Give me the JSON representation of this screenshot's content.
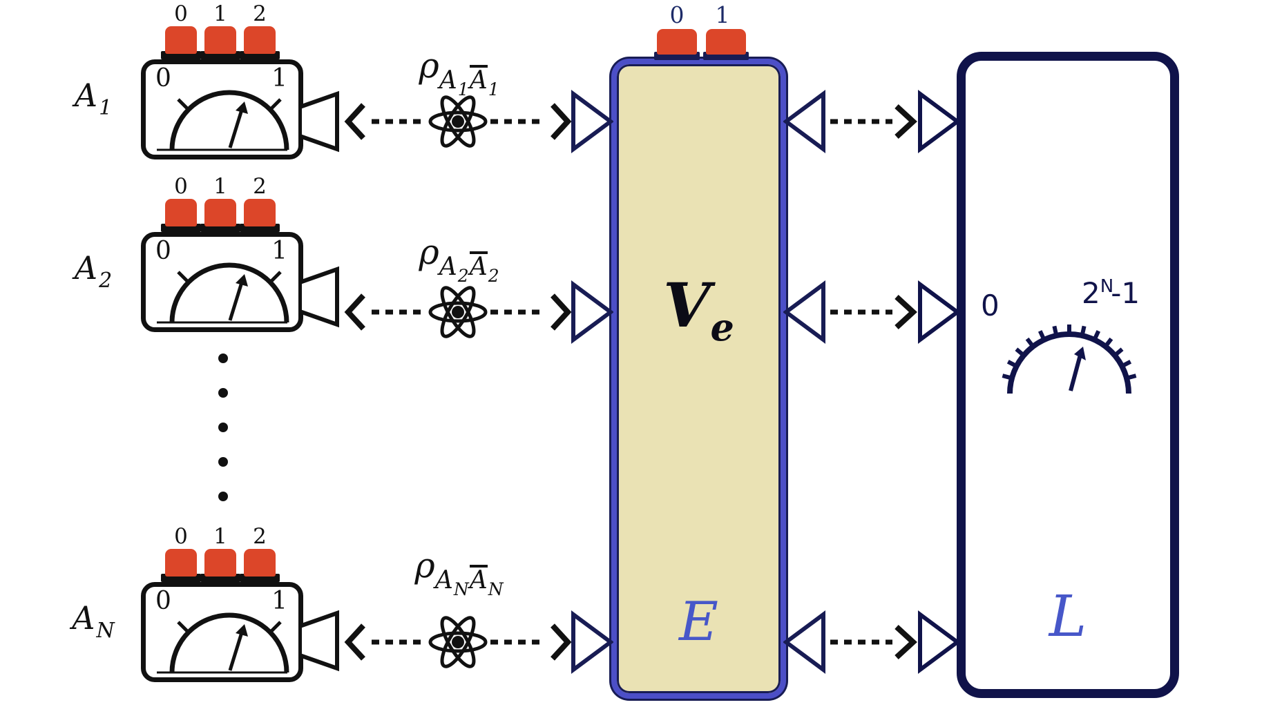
{
  "parties": [
    {
      "label_base": "A",
      "label_sub": "1",
      "key_labels": [
        "0",
        "1",
        "2"
      ],
      "meter_min": "0",
      "meter_max": "1"
    },
    {
      "label_base": "A",
      "label_sub": "2",
      "key_labels": [
        "0",
        "1",
        "2"
      ],
      "meter_min": "0",
      "meter_max": "1"
    },
    {
      "label_base": "A",
      "label_sub": "N",
      "key_labels": [
        "0",
        "1",
        "2"
      ],
      "meter_min": "0",
      "meter_max": "1"
    }
  ],
  "states": [
    {
      "rho": "ρ",
      "sys_a_base": "A",
      "sys_a_sub": "1",
      "sys_b_base": "A",
      "sys_b_sub": "1"
    },
    {
      "rho": "ρ",
      "sys_a_base": "A",
      "sys_a_sub": "2",
      "sys_b_base": "A",
      "sys_b_sub": "2"
    },
    {
      "rho": "ρ",
      "sys_a_base": "A",
      "sys_a_sub": "N",
      "sys_b_base": "A",
      "sys_b_sub": "N"
    }
  ],
  "encoder": {
    "key_labels": [
      "0",
      "1"
    ],
    "gate_base": "V",
    "gate_sub": "e",
    "system_label": "E"
  },
  "decoder": {
    "system_label": "L",
    "meter_min": "0",
    "meter_max_base": "2",
    "meter_max_sup": "N",
    "meter_max_rest": "-1"
  },
  "colors": {
    "button_red": "#dc4629",
    "encoder_border": "#4c4fc7",
    "encoder_fill": "#eae2b4",
    "navy": "#10134a",
    "math_blue": "#4757c9",
    "ink_black": "#111111"
  }
}
